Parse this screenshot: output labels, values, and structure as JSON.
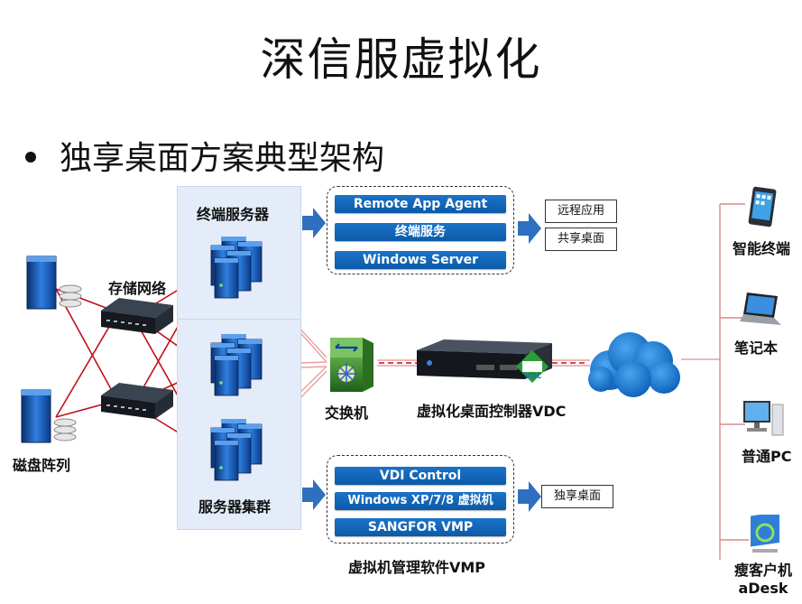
{
  "title": "深信服虚拟化",
  "bullet": "独享桌面方案典型架构",
  "labels": {
    "terminal_servers": "终端服务器",
    "storage_network": "存储网络",
    "disk_array": "磁盘阵列",
    "server_cluster": "服务器集群",
    "switch": "交换机",
    "vdc": "虚拟化桌面控制器VDC",
    "vmp": "虚拟机管理软件VMP",
    "vdc_badge": "VDC"
  },
  "top_services": [
    "Remote App Agent",
    "终端服务",
    "Windows Server"
  ],
  "top_outputs": [
    "远程应用",
    "共享桌面"
  ],
  "bottom_services": [
    "VDI Control",
    "Windows XP/7/8 虚拟机",
    "SANGFOR VMP"
  ],
  "bottom_outputs": [
    "独享桌面"
  ],
  "devices": [
    {
      "label": "智能终端",
      "icon": "tablet-icon"
    },
    {
      "label": "笔记本",
      "icon": "laptop-icon"
    },
    {
      "label": "普通PC",
      "icon": "desktop-pc-icon"
    },
    {
      "label": "瘦客户机\naDesk",
      "icon": "thin-client-icon"
    }
  ],
  "colors": {
    "pill": "#1167bf",
    "cable_red": "#c0101a",
    "link_pink": "#e8a0a0",
    "arrow_blue": "#2f6fc0",
    "cloud": "#1f7fd6"
  }
}
